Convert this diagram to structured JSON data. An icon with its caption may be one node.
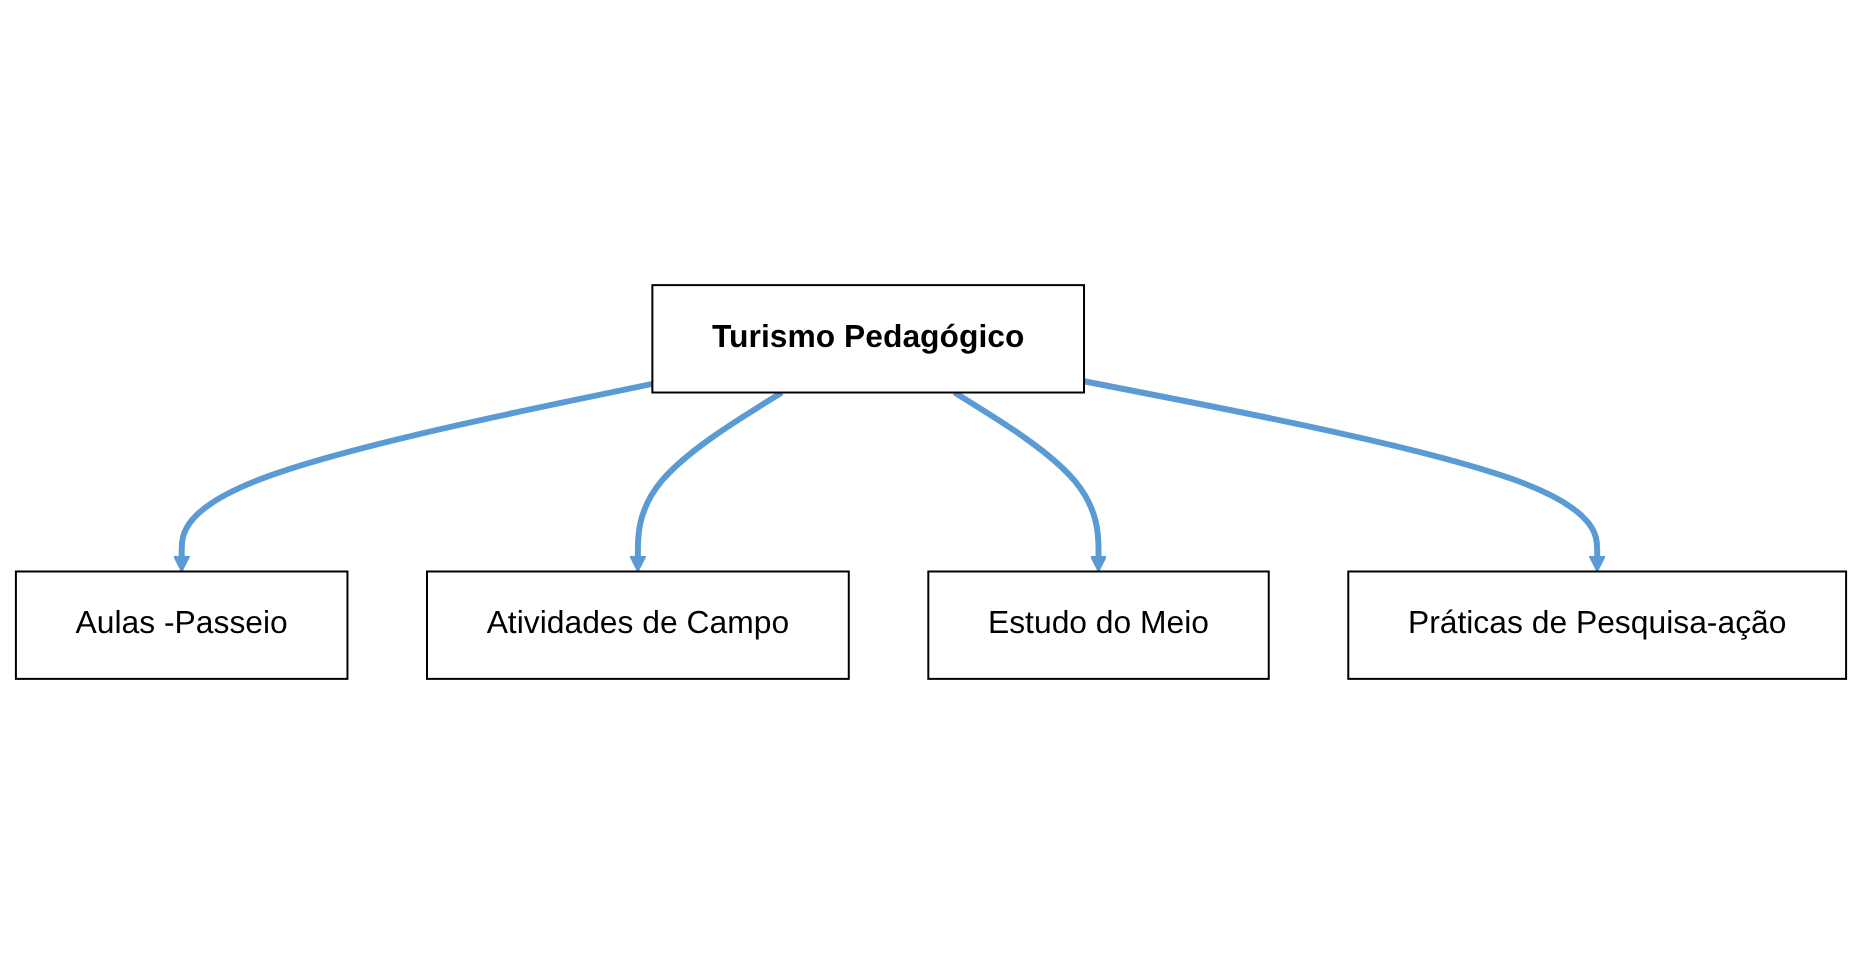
{
  "diagram": {
    "nodes": [
      {
        "text": [
          "Aulas -Passeio"
        ]
      },
      {
        "text": [
          "Atividades de Campo"
        ]
      },
      {
        "text": [
          "Turismo Pedagógico"
        ]
      },
      {
        "text": [
          "Estudo do Meio"
        ]
      },
      {
        "text": [
          "Práticas de Pesquisa-ação"
        ]
      }
    ],
    "edges": [
      {
        "from": 2,
        "to": 0,
        "arrow": "to"
      },
      {
        "from": 2,
        "to": 1,
        "arrow": "to"
      },
      {
        "from": 2,
        "to": 3,
        "arrow": "to"
      },
      {
        "from": 2,
        "to": 4,
        "arrow": "to"
      }
    ]
  }
}
